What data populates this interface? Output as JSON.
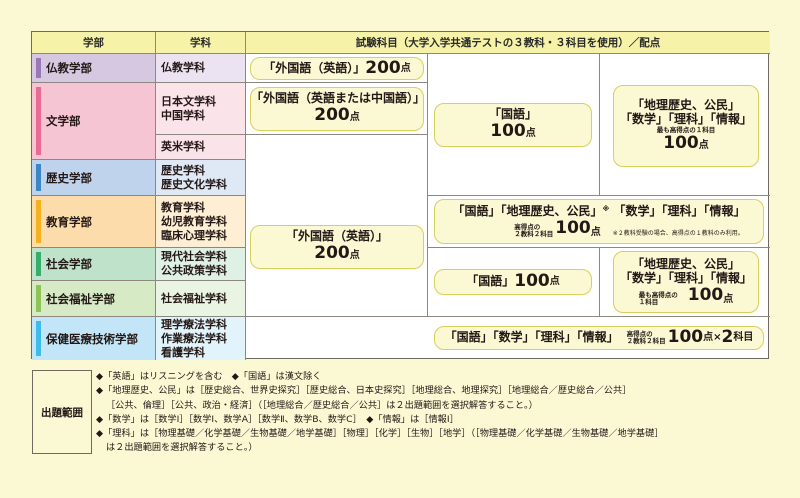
{
  "header": {
    "col_dept": "学部",
    "col_course": "学科",
    "col_subjects": "試験科目（大学入学共通テストの３教科・３科目を使用）／配点"
  },
  "colors": {
    "header_bg": "#f6f3a8",
    "pill_bg": "#fbf8d4",
    "pill_border": "#d8cf5c",
    "page_bg": "#fbf8d4"
  },
  "departments": [
    {
      "name": "仏教学部",
      "courses": [
        "仏教学科"
      ],
      "bar": "#9b77b8",
      "bg": "#d7c8e2",
      "course_bg": "#ebe3f1"
    },
    {
      "name": "文学部",
      "courses": [
        "日本文学科",
        "中国学科"
      ],
      "extra_course": "英米学科",
      "bar": "#e96a93",
      "bg": "#f6c5d3",
      "course_bg": "#fbe3ea"
    },
    {
      "name": "歴史学部",
      "courses": [
        "歴史学科",
        "歴史文化学科"
      ],
      "bar": "#3d86c6",
      "bg": "#c0d3ec",
      "course_bg": "#dfe8f5"
    },
    {
      "name": "教育学部",
      "courses": [
        "教育学科",
        "幼児教育学科",
        "臨床心理学科"
      ],
      "bar": "#f6b21e",
      "bg": "#fcdcaa",
      "course_bg": "#feeed4"
    },
    {
      "name": "社会学部",
      "courses": [
        "現代社会学科",
        "公共政策学科"
      ],
      "bar": "#36ad6a",
      "bg": "#bfe2cb",
      "course_bg": "#dff0e5"
    },
    {
      "name": "社会福祉学部",
      "courses": [
        "社会福祉学科"
      ],
      "bar": "#8cc556",
      "bg": "#d6eac6",
      "course_bg": "#eaf4e2"
    },
    {
      "name": "保健医療技術学部",
      "courses": [
        "理学療法学科",
        "作業療法学科",
        "看護学科"
      ],
      "bar": "#3dbbe9",
      "bg": "#c2e6f7",
      "course_bg": "#e1f3fb"
    }
  ],
  "subjects": {
    "bukkyo_foreign": {
      "label": "「外国語（英語）」",
      "score": "200",
      "unit": "点"
    },
    "bungaku_foreign": {
      "label": "「外国語（英語または中国語）」",
      "score": "200",
      "unit": "点"
    },
    "kokugo_top": {
      "label": "「国語」",
      "score": "100",
      "unit": "点"
    },
    "choice_top": {
      "line1": "「地理歴史、公民」",
      "line2": "「数学」「理科」「情報」",
      "note": "最も高得点の１科目",
      "score": "100",
      "unit": "点"
    },
    "general_foreign": {
      "label": "「外国語（英語）」",
      "score": "200",
      "unit": "点"
    },
    "kyoiku": {
      "line1a": "「国語」「地理歴史、公民」",
      "mark": "※",
      "line1b": "「数学」「理科」「情報」",
      "note_a": "高得点の",
      "note_b": "２教科２科目",
      "score": "100",
      "unit": "点",
      "footnote": "※２教科受験の場合、高得点の１教科のみ利用。"
    },
    "kokugo_mid": {
      "label": "「国語」",
      "score": "100",
      "unit": "点"
    },
    "choice_mid": {
      "line1": "「地理歴史、公民」",
      "line2": "「数学」「理科」「情報」",
      "note_a": "最も高得点の",
      "note_b": "１科目",
      "score": "100",
      "unit": "点"
    },
    "hoken": {
      "label": "「国語」「数学」「理科」「情報」",
      "note_a": "高得点の",
      "note_b": "２教科２科目",
      "score": "100",
      "unit": "点",
      "times": "×",
      "count": "2",
      "count_unit": "科目"
    }
  },
  "scope": {
    "title": "出題範囲",
    "lines": [
      "◆「英語」はリスニングを含む　◆「国語」は漢文除く",
      "◆「地理歴史、公民」は［歴史総合、世界史探究］［歴史総合、日本史探究］［地理総合、地理探究］［地理総合／歴史総合／公共］",
      "［公共、倫理］［公共、政治・経済］（［地理総合／歴史総合／公共］は２出題範囲を選択解答すること。）",
      "◆「数学」は［数学Ⅰ］［数学Ⅰ、数学A］［数学Ⅱ、数学B、数学C］　◆「情報」は［情報Ⅰ］",
      "◆「理科」は［物理基礎／化学基礎／生物基礎／地学基礎］［物理］［化学］［生物］［地学］（［物理基礎／化学基礎／生物基礎／地学基礎］",
      "は２出題範囲を選択解答すること。）"
    ]
  }
}
